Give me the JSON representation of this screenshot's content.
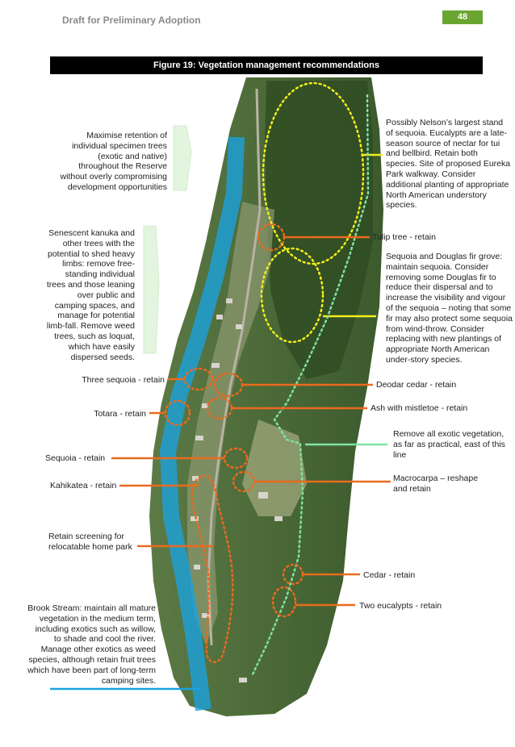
{
  "header": {
    "title": "Draft for Preliminary Adoption",
    "page_number": "48"
  },
  "figure": {
    "title": "Figure 19: Vegetation management recommendations"
  },
  "annotations": {
    "maximise": "Maximise retention of individual specimen trees (exotic and native) throughout the Reserve without overly compromising development opportunities",
    "senescent": "Senescent kanuka and other trees with the potential to shed heavy limbs: remove free-standing individual trees and those leaning over public and camping spaces, and manage for potential limb-fall. Remove weed trees, such as loquat, which have easily dispersed seeds.",
    "three_sequoia": "Three sequoia - retain",
    "totara": "Totara - retain",
    "sequoia": "Sequoia - retain",
    "kahikatea": "Kahikatea - retain",
    "screening": "Retain screening for relocatable home park",
    "brook": "Brook Stream: maintain all mature vegetation in the medium term, including exotics such as willow, to shade and cool the river. Manage other exotics as weed species, although retain fruit trees which have been part of long-term camping sites.",
    "nelson": "Possibly Nelson’s largest stand of sequoia. Eucalypts are a late-season source of nectar for tui and bellbird. Retain both species. Site of proposed Eureka Park walkway. Consider additional planting of appropriate North American understory species.",
    "tulip": "Tulip tree - retain",
    "grove": "Sequoia and Douglas fir grove: maintain sequoia. Consider removing some Douglas fir to reduce their dispersal and to increase the visibility and vigour of the sequoia – noting that some fir may also protect some sequoia from wind-throw. Consider replacing with new plantings of appropriate North American under-story species.",
    "deodar": "Deodar cedar - retain",
    "ash": "Ash with mistletoe - retain",
    "exotic": "Remove all exotic vegetation, as far as practical, east of this line",
    "macrocarpa": "Macrocarpa – reshape and retain",
    "cedar": "Cedar - retain",
    "eucalypts": "Two eucalypts - retain"
  },
  "colors": {
    "brand_green": "#6aa52f",
    "stream_blue": "#1aa3e0",
    "callout_orange": "#ea6a1e",
    "grove_yellow": "#f2ee1c",
    "exotic_line_green": "#7fe3a4",
    "arrow_green": "#c8ecc0"
  }
}
